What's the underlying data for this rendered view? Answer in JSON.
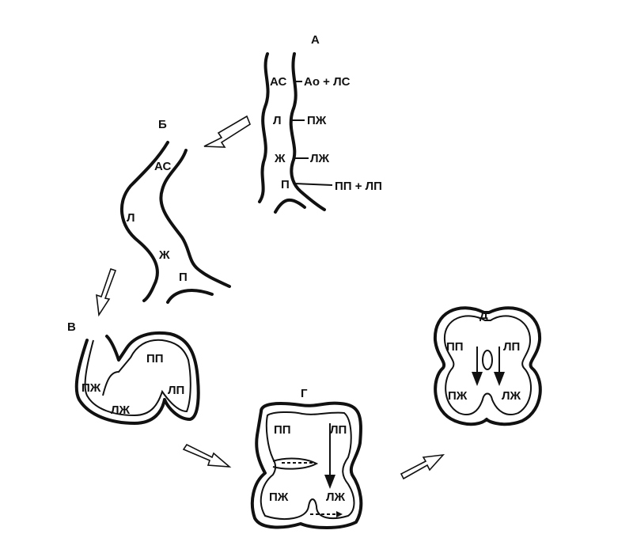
{
  "stages": {
    "a": {
      "title": "А",
      "labels": {
        "as": "АС",
        "ao_ls": "Ао + ЛС",
        "l": "Л",
        "pzh": "ПЖ",
        "zh": "Ж",
        "lzh": "ЛЖ",
        "p": "П",
        "pp_lp": "ПП + ЛП"
      }
    },
    "b": {
      "title": "Б",
      "labels": {
        "as": "АС",
        "l": "Л",
        "zh": "Ж",
        "p": "П"
      }
    },
    "v": {
      "title": "В",
      "labels": {
        "pp": "ПП",
        "pzh": "ПЖ",
        "lzh": "ЛЖ",
        "lp": "ЛП"
      }
    },
    "g": {
      "title": "Г",
      "labels": {
        "pp": "ПП",
        "lp": "ЛП",
        "pzh": "ПЖ",
        "lzh": "ЛЖ"
      }
    },
    "d": {
      "title": "Д",
      "labels": {
        "pp": "ПП",
        "lp": "ЛП",
        "pzh": "ПЖ",
        "lzh": "ЛЖ"
      }
    }
  }
}
